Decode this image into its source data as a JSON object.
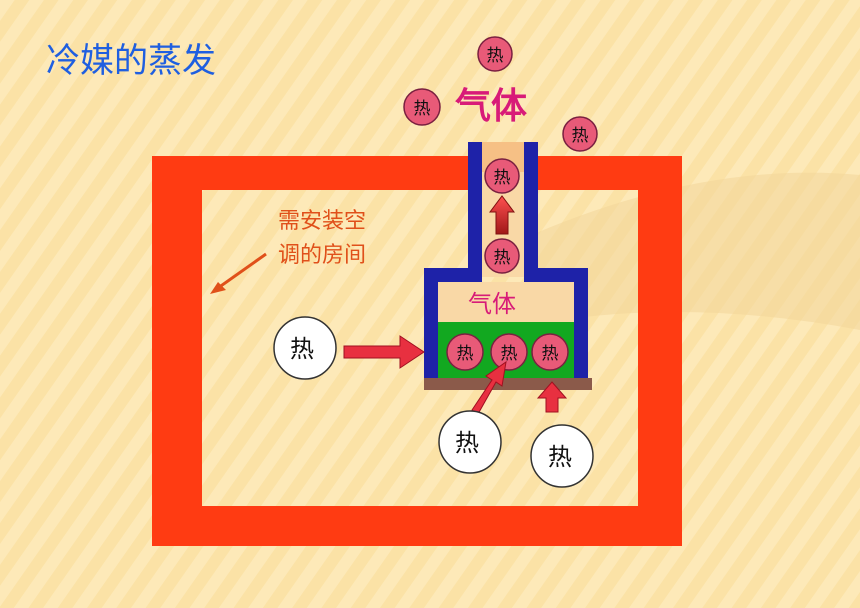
{
  "slide": {
    "title": "冷媒的蒸发",
    "room_label_line1": "需安装空",
    "room_label_line2": "调的房间",
    "gas_top_label": "气体",
    "gas_inner_label": "气体",
    "heat": "热"
  },
  "colors": {
    "background": "#fbe2a6",
    "title": "#1f5fe0",
    "room_wall": "#ff3b12",
    "vessel_wall": "#1e22a8",
    "gas_fill": "#f9d8a6",
    "liquid_fill": "#12a820",
    "base_plate": "#8b5a4a",
    "heat_ball": "#e85a78",
    "arrow": "#e83040",
    "room_label": "#e0501a",
    "gas_label": "#d81b78"
  }
}
